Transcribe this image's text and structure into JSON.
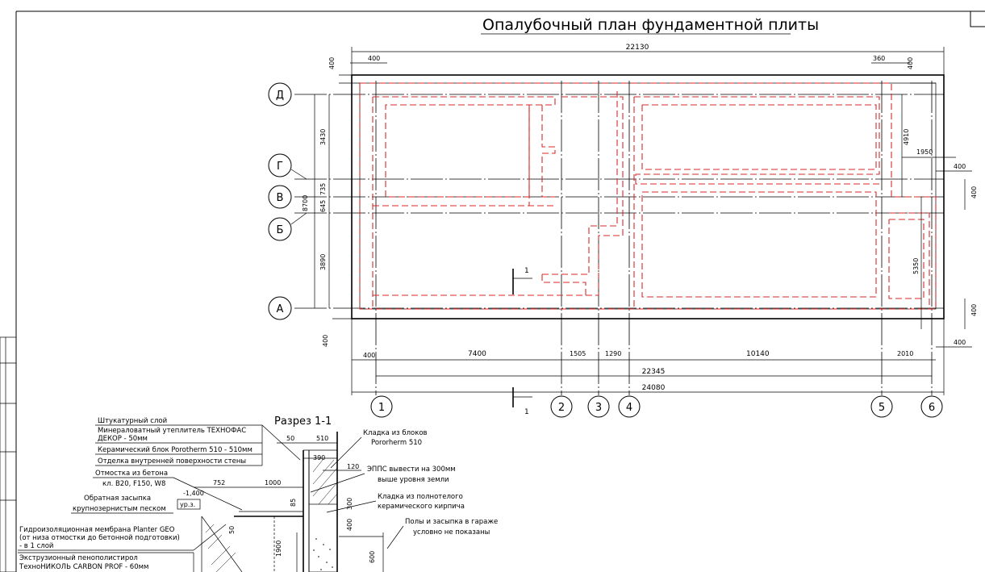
{
  "title": "Опалубочный план фундаментной плиты",
  "axes_horizontal": [
    "Д",
    "Г",
    "В",
    "Б",
    "А"
  ],
  "axes_vertical": [
    "1",
    "2",
    "3",
    "4",
    "5",
    "6"
  ],
  "dims_top": {
    "total": "22130",
    "left_offset": "400",
    "right_offset": "360",
    "top_edge_left": "400",
    "top_edge_right": "400"
  },
  "dims_right": {
    "d1": "4910",
    "d2": "1950",
    "d3": "400",
    "d4": "400",
    "d5": "5350",
    "d6": "400",
    "d7": "400"
  },
  "dims_left": {
    "total": "8700",
    "d1": "3430",
    "d2": "735",
    "d3": "645",
    "d4": "3890",
    "d5": "400"
  },
  "dims_bottom": {
    "edge": "400",
    "s1": "7400",
    "s2": "1505",
    "s3": "1290",
    "s4": "10140",
    "s5": "2010",
    "edge_right": "400",
    "axes_total": "22345",
    "total": "24080"
  },
  "section_mark": "1",
  "section": {
    "title": "Разрез 1-1",
    "notes": {
      "stucco": "Штукатурный слой",
      "insulation_1": "Минераловатный утеплитель ТЕХНОФАС",
      "insulation_2": "ДЕКОР - 50мм",
      "block": "Керамический блок Porotherm 510 - 510мм",
      "finish": "Отделка внутренней поверхности стены",
      "blind_area_1": "Отмостка из бетона",
      "blind_area_2": "кл. В20, F150, W8",
      "backfill_1": "Обратная засыпка",
      "backfill_2": "крупнозернистым песком",
      "membrane_1": "Гидроизоляционная мембрана Planter GEO",
      "membrane_2": "(от низа отмостки до бетонной подготовки)",
      "membrane_3": "- в 1 слой",
      "xps_1": "Экструзионный пенополистирол",
      "xps_2": "ТехноНИКОЛЬ CARBON PROF - 60мм",
      "masonry_1": "Кладка из блоков",
      "masonry_2": "Pororherm 510",
      "xps_note_1": "ЭППС вывести на 300мм",
      "xps_note_2": "выше уровня земли",
      "brick_1": "Кладка из полнотелого",
      "brick_2": "керамического кирпича",
      "floor_1": "Полы и засыпка в гараже",
      "floor_2": "условно не показаны"
    },
    "dims": {
      "d50": "50",
      "d510": "510",
      "d390": "390",
      "d120": "120",
      "d752": "752",
      "d1000": "1000",
      "d85": "85",
      "d300": "300",
      "d400": "400",
      "d50b": "50",
      "d1900": "1900",
      "d600": "600",
      "level": "-1,400",
      "level_mark": "ур.з."
    }
  }
}
